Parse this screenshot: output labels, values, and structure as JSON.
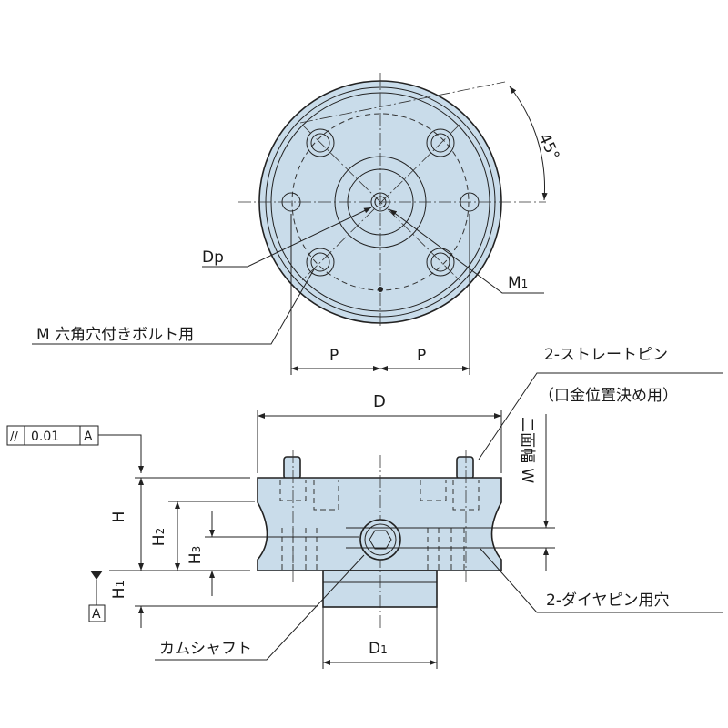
{
  "top_view": {
    "angle_label": "45°",
    "dp_label": "Dp",
    "m1_label": "M",
    "m1_sub": "1",
    "bolt_label": "M 六角穴付きボルト用",
    "p_left": "P",
    "p_right": "P"
  },
  "side_view": {
    "d_label": "D",
    "straight_pin_label": "2-ストレートピン",
    "straight_pin_note": "（口金位置決め用）",
    "width_label": "二面幅 W",
    "h_label": "H",
    "h2_label": "H",
    "h2_sub": "2",
    "h3_label": "H",
    "h3_sub": "3",
    "h1_label": "H",
    "h1_sub": "1",
    "camshaft_label": "カムシャフト",
    "diamond_pin_label": "2-ダイヤピン用穴",
    "d1_label": "D",
    "d1_sub": "1"
  },
  "tolerance": {
    "symbol": "//",
    "value": "0.01",
    "datum": "A",
    "datum_marker": "A"
  },
  "colors": {
    "part_fill": "#c9dcea",
    "line": "#222222"
  }
}
